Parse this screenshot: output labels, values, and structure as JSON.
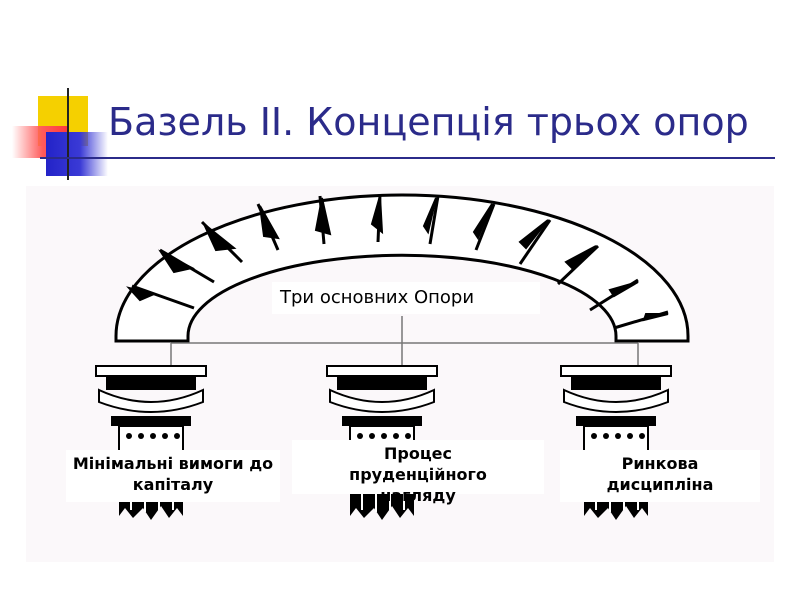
{
  "slide": {
    "title": "Базель II. Концепція трьох опор"
  },
  "diagram": {
    "arch_label": "Три основних Опори",
    "pillars": [
      {
        "label": "Мінімальні вимоги до капіталу"
      },
      {
        "label": "Процес пруденційного нагляду"
      },
      {
        "label": "Ринкова дисципліна"
      }
    ]
  },
  "colors": {
    "title": "#2b2b8a",
    "accent_yellow": "#f5d000",
    "accent_red": "#ff4a4a",
    "accent_blue": "#2323c8"
  }
}
